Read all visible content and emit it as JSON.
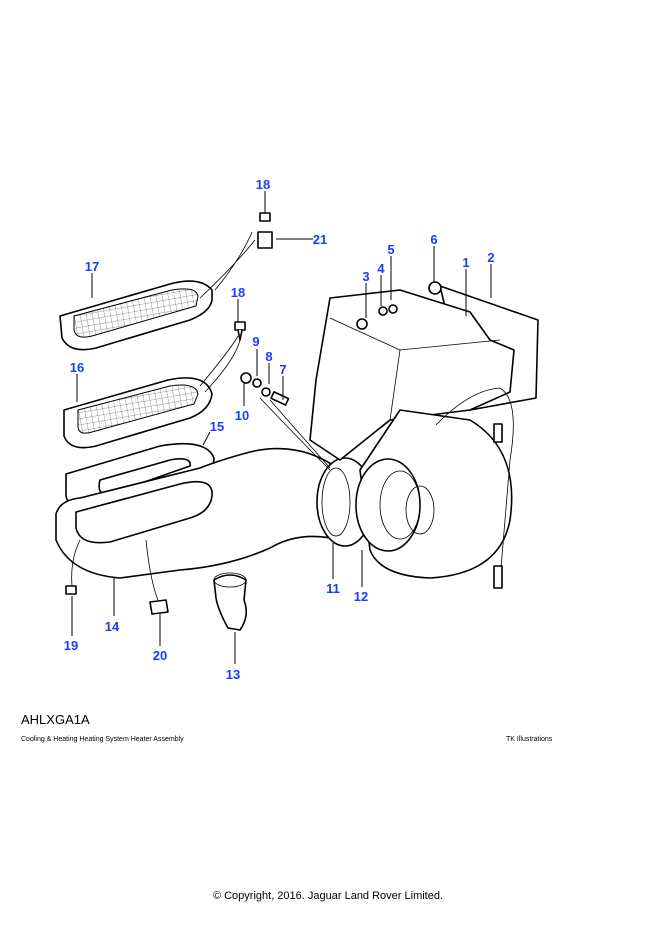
{
  "diagram": {
    "code": "AHLXGA1A",
    "description": "Cooling & Heating Heating System Heater Assembly",
    "credit": "TK Illustrations",
    "copyright": "© Copyright, 2016. Jaguar Land Rover Limited.",
    "callouts": [
      "1",
      "2",
      "3",
      "4",
      "5",
      "6",
      "7",
      "8",
      "9",
      "10",
      "11",
      "12",
      "13",
      "14",
      "15",
      "16",
      "17",
      "18",
      "18",
      "19",
      "20",
      "21"
    ]
  },
  "colors": {
    "callout": "#1a3cff"
  }
}
